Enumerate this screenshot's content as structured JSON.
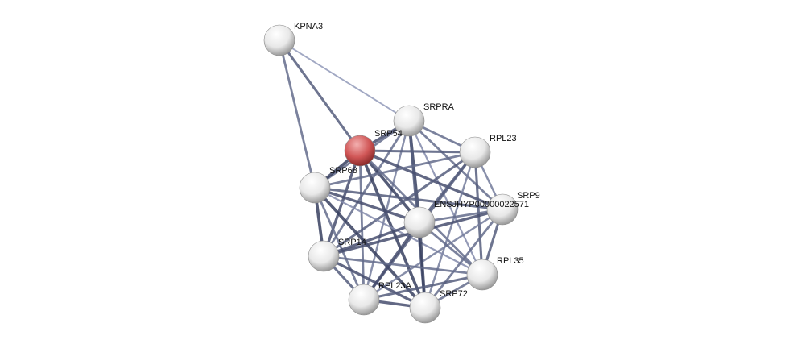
{
  "network": {
    "query_node": "SRP54",
    "nodes": [
      {
        "id": "KPNA3",
        "label": "KPNA3",
        "color": "#ffffff"
      },
      {
        "id": "SRPRA",
        "label": "SRPRA",
        "color": "#ffffff"
      },
      {
        "id": "SRP54",
        "label": "SRP54",
        "color": "#d05050"
      },
      {
        "id": "RPL23",
        "label": "RPL23",
        "color": "#ffffff"
      },
      {
        "id": "SRP68",
        "label": "SRP68",
        "color": "#ffffff"
      },
      {
        "id": "SRP9",
        "label": "SRP9",
        "color": "#ffffff"
      },
      {
        "id": "ENSJHYP00000022571",
        "label": "ENSJHYP00000022571",
        "color": "#ffffff"
      },
      {
        "id": "SRP14",
        "label": "SRP14",
        "color": "#ffffff"
      },
      {
        "id": "RPL35",
        "label": "RPL35",
        "color": "#ffffff"
      },
      {
        "id": "RPL23A",
        "label": "RPL23A",
        "color": "#ffffff"
      },
      {
        "id": "SRP72",
        "label": "SRP72",
        "color": "#ffffff"
      }
    ],
    "edges": [
      [
        "KPNA3",
        "SRPRA",
        0.3
      ],
      [
        "KPNA3",
        "SRP54",
        0.7
      ],
      [
        "KPNA3",
        "SRP68",
        0.6
      ],
      [
        "SRPRA",
        "SRP54",
        0.8
      ],
      [
        "SRPRA",
        "RPL23",
        0.6
      ],
      [
        "SRPRA",
        "SRP68",
        0.6
      ],
      [
        "SRPRA",
        "ENSJHYP00000022571",
        0.9
      ],
      [
        "SRPRA",
        "SRP9",
        0.6
      ],
      [
        "SRPRA",
        "SRP14",
        0.6
      ],
      [
        "SRPRA",
        "RPL35",
        0.4
      ],
      [
        "SRPRA",
        "SRP72",
        0.7
      ],
      [
        "SRPRA",
        "RPL23A",
        0.5
      ],
      [
        "SRP54",
        "SRP68",
        0.9
      ],
      [
        "SRP54",
        "RPL23",
        0.7
      ],
      [
        "SRP54",
        "ENSJHYP00000022571",
        0.9
      ],
      [
        "SRP54",
        "SRP9",
        0.8
      ],
      [
        "SRP54",
        "SRP14",
        0.8
      ],
      [
        "SRP54",
        "SRP72",
        0.9
      ],
      [
        "SRP54",
        "RPL35",
        0.6
      ],
      [
        "SRP54",
        "RPL23A",
        0.6
      ],
      [
        "RPL23",
        "SRP68",
        0.6
      ],
      [
        "RPL23",
        "ENSJHYP00000022571",
        0.7
      ],
      [
        "RPL23",
        "SRP9",
        0.5
      ],
      [
        "RPL23",
        "SRP14",
        0.7
      ],
      [
        "RPL23",
        "RPL35",
        0.7
      ],
      [
        "RPL23",
        "RPL23A",
        0.7
      ],
      [
        "RPL23",
        "SRP72",
        0.5
      ],
      [
        "SRP68",
        "ENSJHYP00000022571",
        0.8
      ],
      [
        "SRP68",
        "SRP9",
        0.7
      ],
      [
        "SRP68",
        "SRP14",
        0.9
      ],
      [
        "SRP68",
        "SRP72",
        0.9
      ],
      [
        "SRP68",
        "RPL23A",
        0.6
      ],
      [
        "SRP68",
        "RPL35",
        0.4
      ],
      [
        "SRP9",
        "ENSJHYP00000022571",
        0.6
      ],
      [
        "SRP9",
        "SRP14",
        0.8
      ],
      [
        "SRP9",
        "RPL35",
        0.7
      ],
      [
        "SRP9",
        "SRP72",
        0.6
      ],
      [
        "SRP9",
        "RPL23A",
        0.5
      ],
      [
        "ENSJHYP00000022571",
        "SRP14",
        0.8
      ],
      [
        "ENSJHYP00000022571",
        "SRP72",
        0.9
      ],
      [
        "ENSJHYP00000022571",
        "RPL35",
        0.6
      ],
      [
        "ENSJHYP00000022571",
        "RPL23A",
        0.8
      ],
      [
        "SRP14",
        "RPL23A",
        0.7
      ],
      [
        "SRP14",
        "SRP72",
        0.8
      ],
      [
        "SRP14",
        "RPL35",
        0.6
      ],
      [
        "RPL35",
        "SRP72",
        0.6
      ],
      [
        "RPL35",
        "RPL23A",
        0.7
      ],
      [
        "RPL23A",
        "SRP72",
        0.8
      ]
    ]
  }
}
